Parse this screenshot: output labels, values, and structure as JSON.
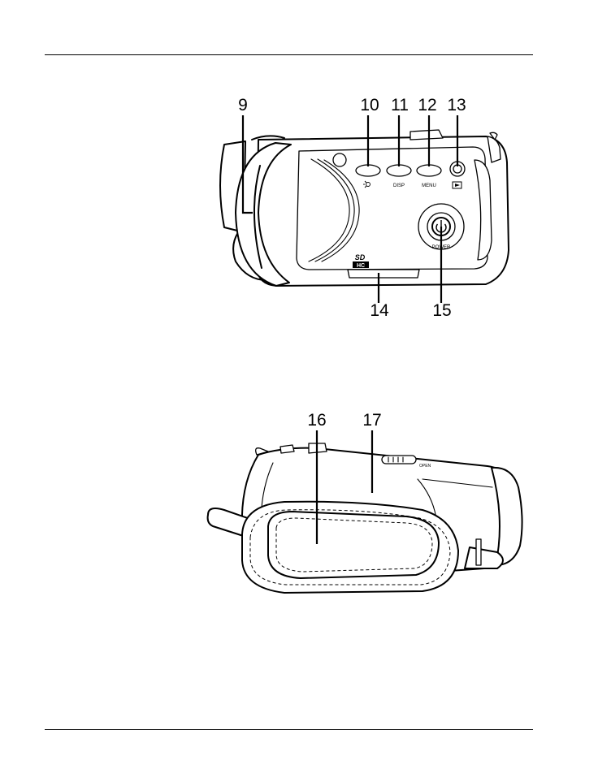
{
  "page": {
    "header_rule": true,
    "footer_rule": true
  },
  "figures": [
    {
      "view": "side-controls",
      "callouts": [
        "9",
        "10",
        "11",
        "12",
        "13",
        "14",
        "15"
      ],
      "labels": {
        "disp": "DISP",
        "menu": "MENU",
        "power": "POWER",
        "sd": "SD",
        "hc": "HC"
      }
    },
    {
      "view": "top-grip",
      "callouts": [
        "16",
        "17"
      ],
      "labels": {
        "open": "OPEN"
      }
    }
  ],
  "icons": [
    "backlight-icon",
    "playback-icon",
    "power-icon",
    "sdhc-logo"
  ]
}
